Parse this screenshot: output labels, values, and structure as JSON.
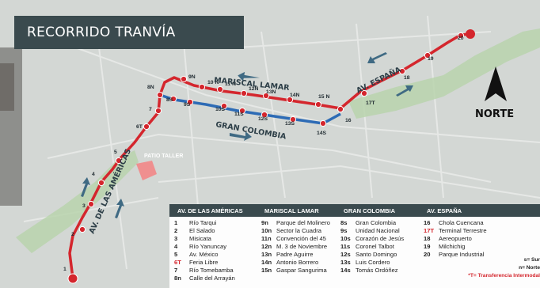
{
  "title": "RECORRIDO TRANVÍA",
  "compass_label": "NORTE",
  "colors": {
    "red_line": "#d4262d",
    "blue_line": "#2d6bb5",
    "arrow": "#3f6a83",
    "park": "#b8d3ad",
    "patio": "#ef8f8f"
  },
  "street_labels": {
    "mariscal": "MARISCAL LAMAR",
    "gran_colombia": "GRAN COLOMBIA",
    "espana": "AV. ESPAÑA",
    "americas": "AV. DE LAS AMÉRICAS",
    "patio": "PATIO TALLER"
  },
  "stops": {
    "s1": "1",
    "s2": "2",
    "s3": "3",
    "s4": "4",
    "s5": "5",
    "s6t": "6T",
    "s7": "7",
    "s8n": "8N",
    "s8s": "8S",
    "s9n": "9N",
    "s9s": "9S",
    "s10n": "10 N",
    "s10s": "10S",
    "s11n": "11 N",
    "s11s": "11S",
    "s12n": "12N",
    "s12s": "12S",
    "s13n": "13N",
    "s13s": "13S",
    "s14n": "14N",
    "s14s": "14S",
    "s15n": "15 N",
    "s16": "16",
    "s17t": "17T",
    "s18": "18",
    "s19": "19",
    "s20": "20"
  },
  "legend": {
    "headers": [
      "AV. DE LAS AMÉRICAS",
      "MARISCAL LAMAR",
      "GRAN COLOMBIA",
      "AV. ESPAÑA"
    ],
    "columns": [
      [
        {
          "code": "1",
          "name": "Río Tarqui"
        },
        {
          "code": "2",
          "name": "El Salado"
        },
        {
          "code": "3",
          "name": "Misicata"
        },
        {
          "code": "4",
          "name": "Río Yanuncay"
        },
        {
          "code": "5",
          "name": "Av. México"
        },
        {
          "code": "6T",
          "name": "Feria Libre"
        },
        {
          "code": "7",
          "name": "Río Tomebamba"
        },
        {
          "code": "8n",
          "name": "Calle del Arrayán"
        }
      ],
      [
        {
          "code": "9n",
          "name": "Parque del Molinero"
        },
        {
          "code": "10n",
          "name": "Sector la Cuadra"
        },
        {
          "code": "11n",
          "name": "Convención del 45"
        },
        {
          "code": "12n",
          "name": "M. 3 de Noviembre"
        },
        {
          "code": "13n",
          "name": "Padre Aguirre"
        },
        {
          "code": "14n",
          "name": "Antonio Borrero"
        },
        {
          "code": "15n",
          "name": "Gaspar Sangurima"
        }
      ],
      [
        {
          "code": "8s",
          "name": "Gran Colombia"
        },
        {
          "code": "9s",
          "name": "Unidad Nacional"
        },
        {
          "code": "10s",
          "name": "Corazón de Jesús"
        },
        {
          "code": "11s",
          "name": "Coronel Talbot"
        },
        {
          "code": "12s",
          "name": "Santo Domingo"
        },
        {
          "code": "13s",
          "name": "Luis Cordero"
        },
        {
          "code": "14s",
          "name": "Tomás Ordóñez"
        }
      ],
      [
        {
          "code": "16",
          "name": "Chola Cuencana"
        },
        {
          "code": "17T",
          "name": "Terminal Terrestre"
        },
        {
          "code": "18",
          "name": "Aereopuerto"
        },
        {
          "code": "19",
          "name": "Milchichig"
        },
        {
          "code": "20",
          "name": "Parque Industrial"
        }
      ]
    ],
    "note_s": "s= Sur",
    "note_n": "n= Norte",
    "note_t": "*T= Transferencia Intermodal"
  }
}
